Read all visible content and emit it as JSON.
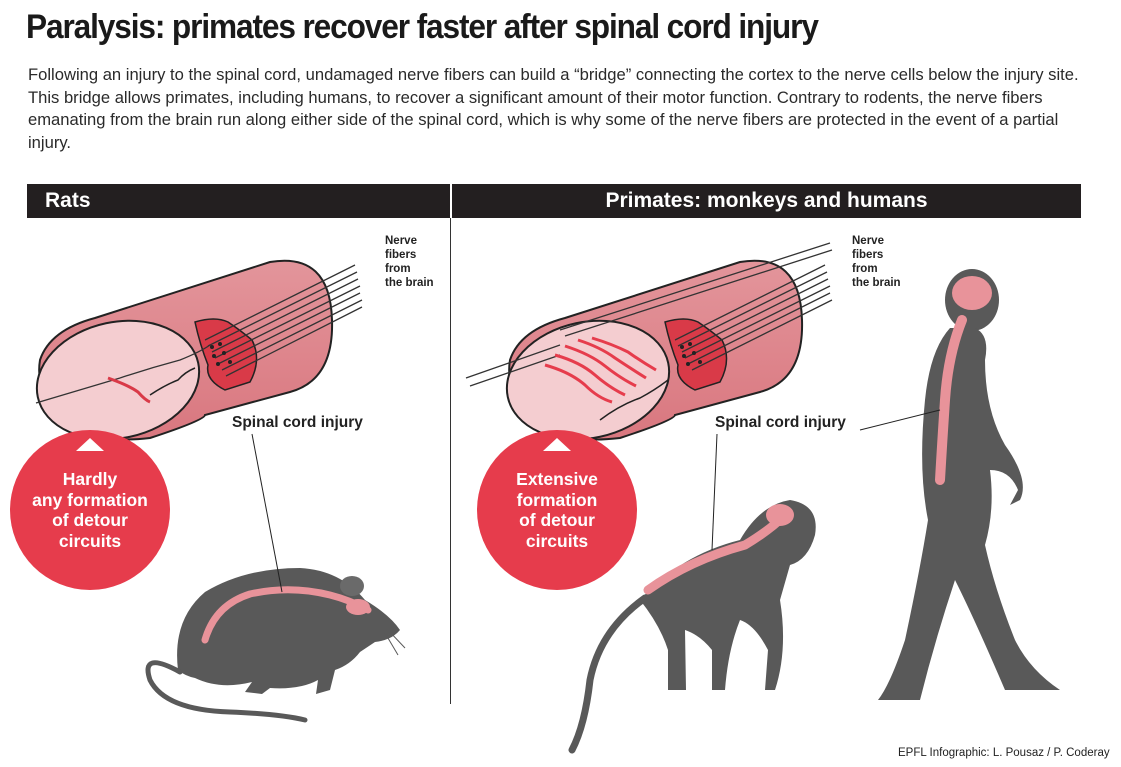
{
  "title": "Paralysis: primates recover faster after spinal cord injury",
  "intro": "Following an injury to the spinal cord, undamaged nerve fibers can build a “bridge” connecting the cortex to the nerve cells below the injury site. This bridge allows primates, including humans, to recover a significant amount of their motor function. Contrary to rodents, the nerve fibers emanating from the brain run along either side of the spinal cord, which is why some of the nerve fibers are protected in the event of a partial injury.",
  "panels": {
    "rats": {
      "header": "Rats",
      "nerve_label": [
        "Nerve",
        "fibers",
        "from",
        "the brain"
      ],
      "injury_label": "Spinal cord injury",
      "circle_lines": [
        "Hardly",
        "any formation",
        "of detour",
        "circuits"
      ]
    },
    "primates": {
      "header": "Primates: monkeys and humans",
      "nerve_label": [
        "Nerve",
        "fibers",
        "from",
        "the brain"
      ],
      "injury_label": "Spinal cord injury",
      "circle_lines": [
        "Extensive",
        "formation",
        "of detour",
        "circuits"
      ]
    }
  },
  "credit": "EPFL Infographic: L. Pousaz / P. Coderay",
  "colors": {
    "accent_red": "#e63c4c",
    "cord_pink": "#e8939a",
    "cord_light": "#f4cdd0",
    "silhouette_gray": "#595959",
    "header_black": "#231f20"
  }
}
